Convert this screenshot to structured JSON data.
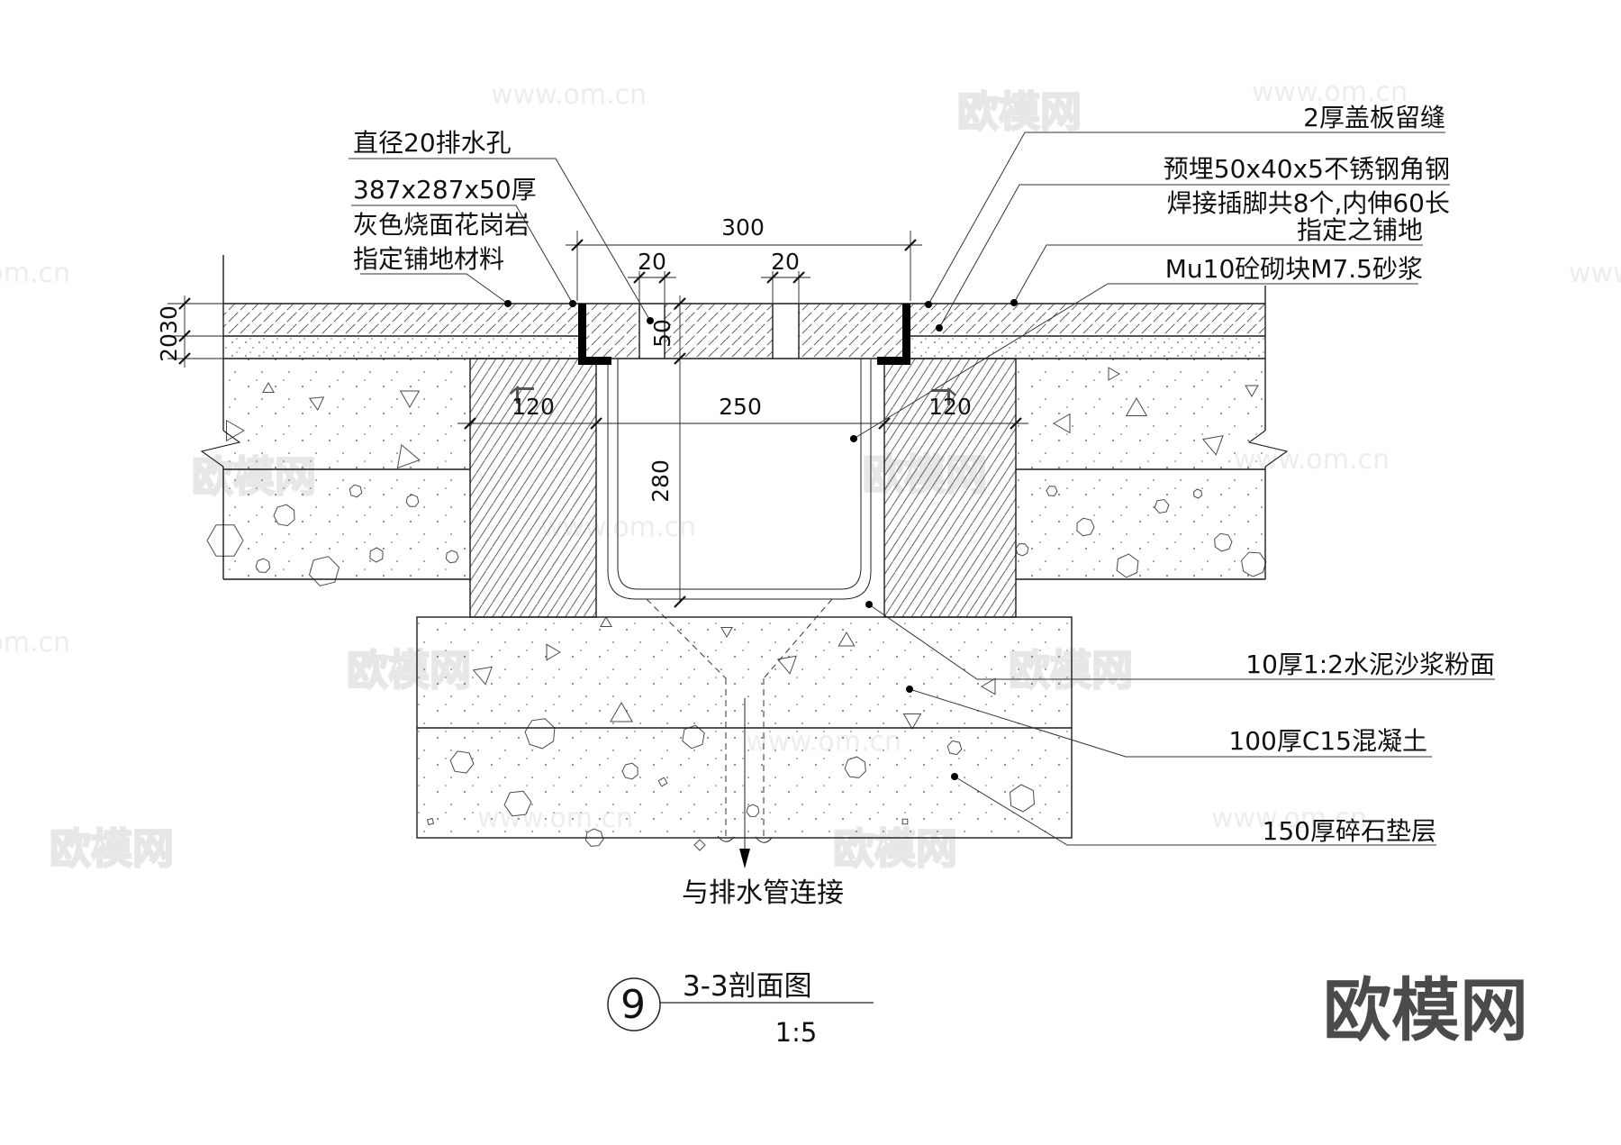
{
  "annotations": {
    "left": [
      {
        "text": "直径20排水孔"
      },
      {
        "text": "387x287x50厚"
      },
      {
        "text": "灰色烧面花岗岩"
      },
      {
        "text": "指定铺地材料"
      }
    ],
    "right": [
      {
        "text": "2厚盖板留缝"
      },
      {
        "text": "预埋50x40x5不锈钢角钢"
      },
      {
        "text": "焊接插脚共8个,内伸60长"
      },
      {
        "text": "指定之铺地"
      },
      {
        "text": "Mu10砼砌块M7.5砂浆"
      },
      {
        "text": "10厚1:2水泥沙浆粉面"
      },
      {
        "text": "100厚C15混凝土"
      },
      {
        "text": "150厚碎石垫层"
      }
    ],
    "bottom": "与排水管连接"
  },
  "dimensions": {
    "top_span": "300",
    "slot_left": "20",
    "slot_right": "20",
    "cover_thickness": "50",
    "slab_thickness": "30",
    "bed_thickness": "20",
    "wall_left": "120",
    "channel_width": "250",
    "channel_depth": "280",
    "wall_right": "120"
  },
  "callout": {
    "number": "9",
    "title": "3-3剖面图",
    "scale": "1:5"
  },
  "brand": {
    "logo": "欧模网",
    "watermark_cn": "欧模网",
    "watermark_url": "www.om.cn"
  }
}
